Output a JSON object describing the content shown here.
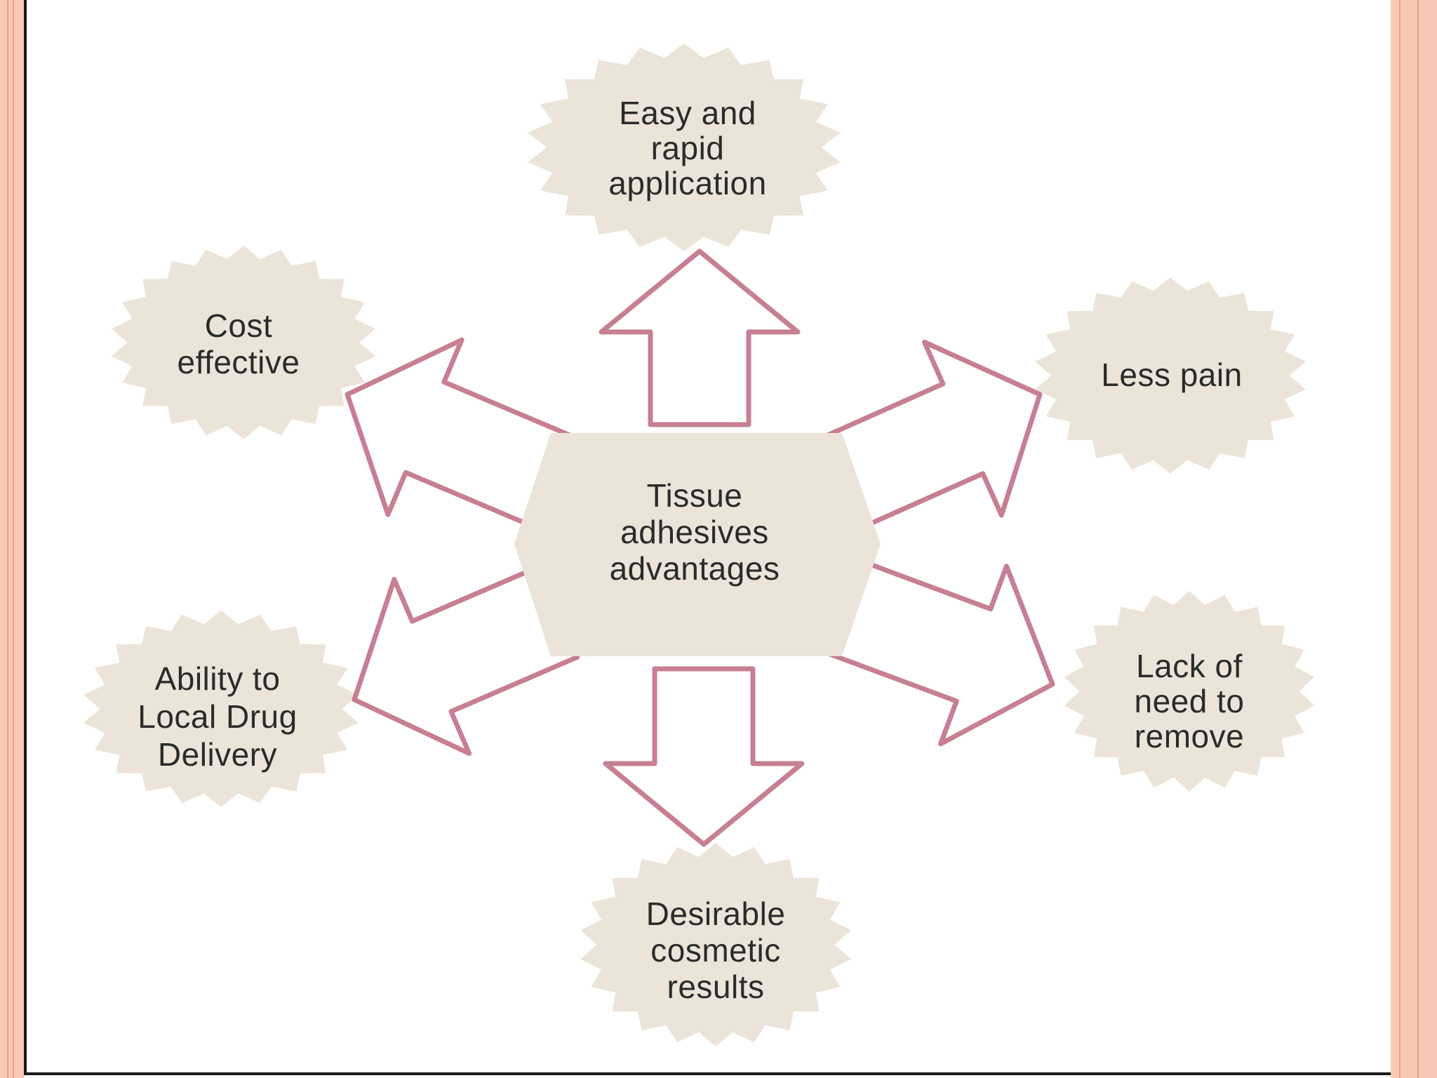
{
  "diagram": {
    "center": {
      "label": "Tissue\nadhesives\nadvantages"
    },
    "advantages": [
      {
        "id": "top",
        "label": "Easy and\nrapid\napplication"
      },
      {
        "id": "cost",
        "label": "Cost\neffective"
      },
      {
        "id": "pain",
        "label": "Less pain"
      },
      {
        "id": "ability",
        "label": "Ability to\nLocal Drug\nDelivery"
      },
      {
        "id": "lack",
        "label": "Lack of\nneed to\nremove"
      },
      {
        "id": "cosmetic",
        "label": "Desirable\ncosmetic\nresults"
      }
    ]
  },
  "colors": {
    "badge_fill": "#ece4d9",
    "arrow_stroke": "#c77f92",
    "frame_fill": "#f7c9b5",
    "frame_line": "#ea9f86",
    "text": "#2b2b2b"
  }
}
